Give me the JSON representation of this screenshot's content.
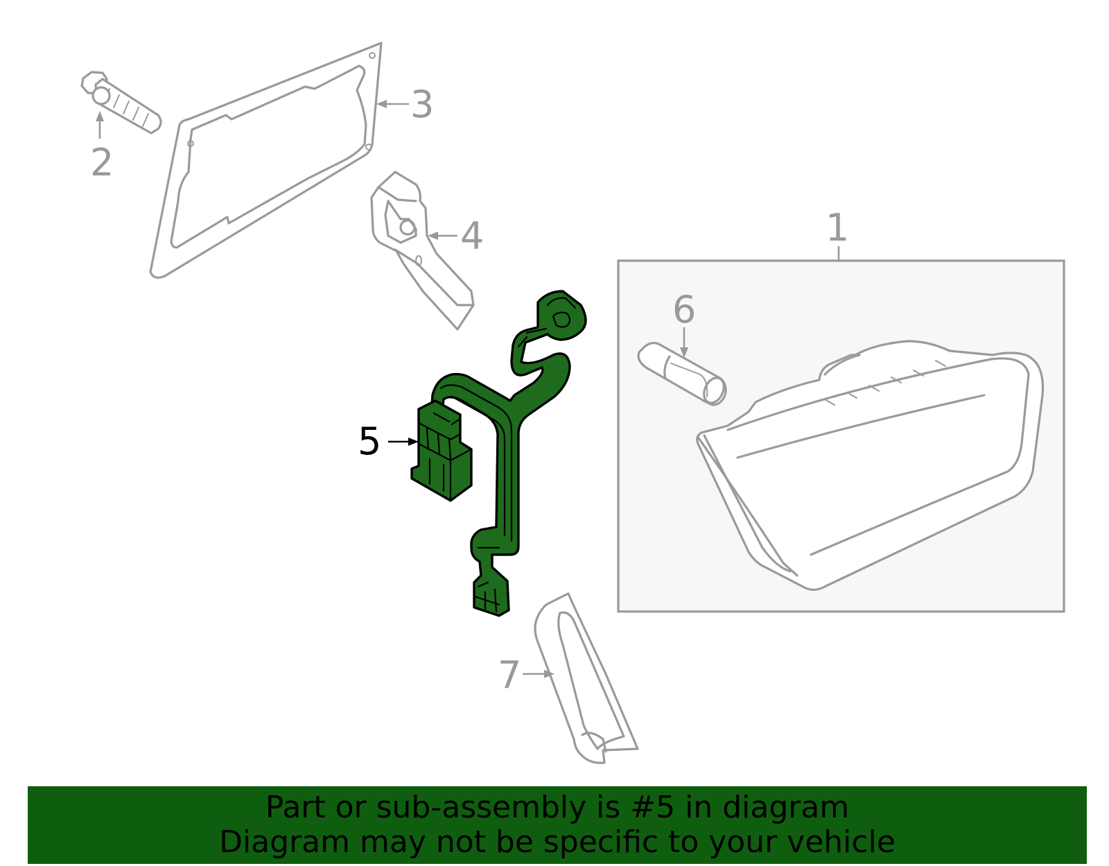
{
  "callouts": {
    "c1": "1",
    "c2": "2",
    "c3": "3",
    "c4": "4",
    "c5": "5",
    "c6": "6",
    "c7": "7"
  },
  "colors": {
    "highlight": "#1e6b1e",
    "banner": "#0f5e0f",
    "part_outline": "#9a9a9a",
    "box_fill": "#f7f7f7"
  },
  "banner": {
    "line1": "Part or sub-assembly is #5 in diagram",
    "line2": "Diagram may not be specific to your vehicle"
  }
}
